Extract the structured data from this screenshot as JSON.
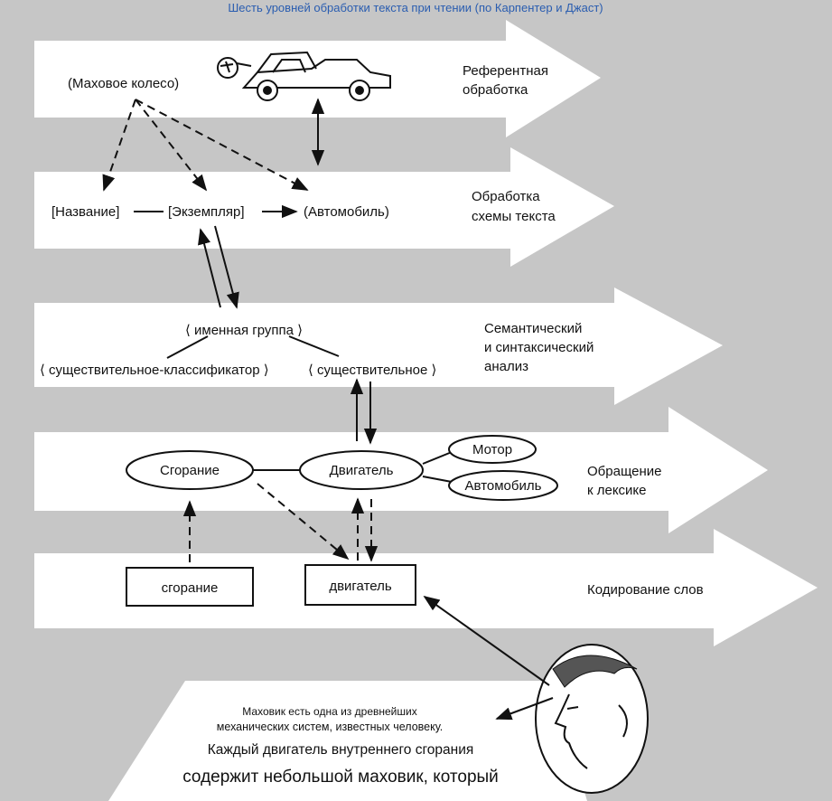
{
  "caption": "Шесть уровней обработки текста при чтении (по Карпентер и Джаст)",
  "levels": [
    {
      "id": "referential",
      "label_lines": [
        "Референтная",
        "обработка"
      ]
    },
    {
      "id": "text-schema",
      "label_lines": [
        "Обработка",
        "схемы текста"
      ]
    },
    {
      "id": "semantic-syntactic",
      "label_lines": [
        "Семантический",
        "и синтаксический",
        "анализ"
      ]
    },
    {
      "id": "lexical-access",
      "label_lines": [
        "Обращение",
        "к лексике"
      ]
    },
    {
      "id": "word-encoding",
      "label_lines": [
        "Кодирование слов"
      ]
    }
  ],
  "nodes": {
    "flywheel": "(Маховое колесо)",
    "name": "[Название]",
    "instance": "[Экземпляр]",
    "automobile_concept": "(Автомобиль)",
    "noun_phrase": "⟨ именная группа ⟩",
    "noun_classifier": "⟨ существительное-классификатор ⟩",
    "noun": "⟨ существительное ⟩",
    "combustion_concept": "Сгорание",
    "engine_concept": "Двигатель",
    "motor_concept": "Мотор",
    "automobile_lexicon": "Автомобиль",
    "combustion_word": "сгорание",
    "engine_word": "двигатель"
  },
  "reading_text": [
    "Маховик есть одна из древнейших",
    "механических систем, известных человеку.",
    "Каждый двигатель внутреннего сгорания",
    "содержит небольшой маховик, который"
  ],
  "colors": {
    "background": "#c6c6c6",
    "band": "#ffffff",
    "ink": "#111111",
    "caption": "#2a5db0"
  },
  "icons": [
    "car-icon",
    "face-icon"
  ]
}
